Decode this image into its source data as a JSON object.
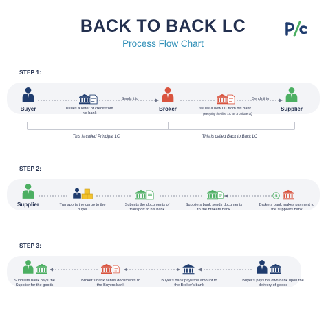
{
  "header": {
    "title": "BACK TO BACK LC",
    "subtitle": "Process Flow Chart"
  },
  "logo": {
    "icon": "percent-logo-icon"
  },
  "colors": {
    "navy": "#1f3c6e",
    "red": "#d9543f",
    "green": "#4caf62",
    "yellow": "#f2c230",
    "blue_text": "#2f8fb7"
  },
  "step1": {
    "label": "STEP 1:",
    "buyer": "Buyer",
    "issue_caption": "Issues a letter of credit from his bank",
    "sends_to_1": "Sends it to",
    "broker": "Broker",
    "new_lc_caption": "Issues a new LC from his bank",
    "new_lc_note": "(Keeping the first LC as a collateral)",
    "sends_to_2": "Sends it to",
    "supplier": "Supplier",
    "principal_note": "This is called Principal LC",
    "b2b_note": "This is called Back to Back LC"
  },
  "step2": {
    "label": "STEP 2:",
    "supplier": "Supplier",
    "transport_caption": "Transports the cargo to the buyer",
    "submit_caption": "Submits the documents of transport to his bank",
    "bank_sends_caption": "Suppliers bank sends documents to the brokers bank",
    "broker_pays_caption": "Brokers bank makes payment to the suppliers bank"
  },
  "step3": {
    "label": "STEP 3:",
    "supplier_pays_caption": "Suppliers bank pays the Supplier for the goods",
    "broker_bank_caption": "Broker's bank sends documents to the Buyers bank",
    "buyer_bank_caption": "Buyer's bank pays the amount to the Broker's bank",
    "buyer_pays_caption": "Buyer's pays his own bank upon the delivery of goods"
  }
}
